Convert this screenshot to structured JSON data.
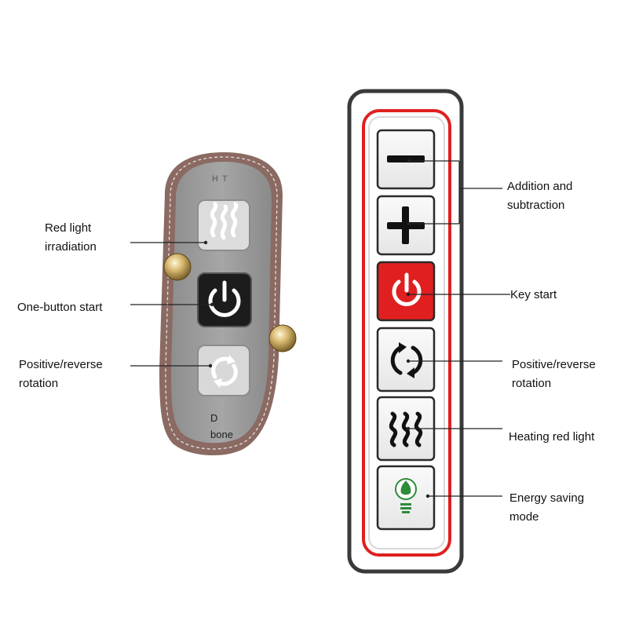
{
  "left_remote": {
    "brand": "H T",
    "model_line1": "D",
    "model_line2": "bone",
    "labels": {
      "red_light": "Red light\nirradiation",
      "one_button": "One-button start",
      "rotation": "Positive/reverse\nrotation"
    }
  },
  "right_remote": {
    "labels": {
      "add_sub": "Addition and\nsubtraction",
      "key_start": "Key start",
      "rotation": "Positive/reverse\nrotation",
      "heating": "Heating red light",
      "energy": "Energy saving\nmode"
    }
  },
  "colors": {
    "leather": "#8a6a62",
    "panel": "#9c9c9c",
    "accent_red": "#e02020",
    "power_dark": "#1c1c1c"
  }
}
